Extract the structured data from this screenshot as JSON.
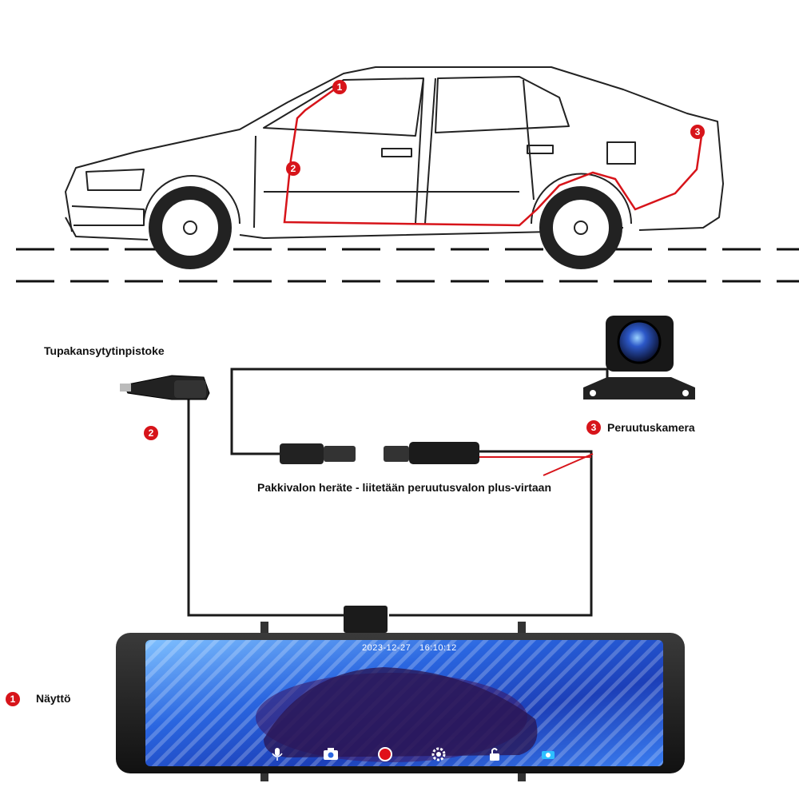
{
  "route_markers": {
    "m1": "1",
    "m2": "2",
    "m3": "3"
  },
  "labels": {
    "lighter_title": "Tupakansytytinpistoke",
    "lighter_marker": "2",
    "camera_marker": "3",
    "camera_title": "Peruutuskamera",
    "reverse_trigger": "Pakkivalon heräte - liitetään peruutusvalon plus-virtaan",
    "display_marker": "1",
    "display_title": "Näyttö"
  },
  "screen": {
    "date": "2023-12-27",
    "time": "16:10:12"
  },
  "icons": [
    "microphone-icon",
    "camera-icon",
    "record-icon",
    "settings-icon",
    "unlock-icon",
    "rear-camera-icon"
  ],
  "colors": {
    "route": "#d7141a",
    "badge": "#d7141a",
    "cable": "#1a1a1a",
    "screen": "#1f4fd0"
  }
}
